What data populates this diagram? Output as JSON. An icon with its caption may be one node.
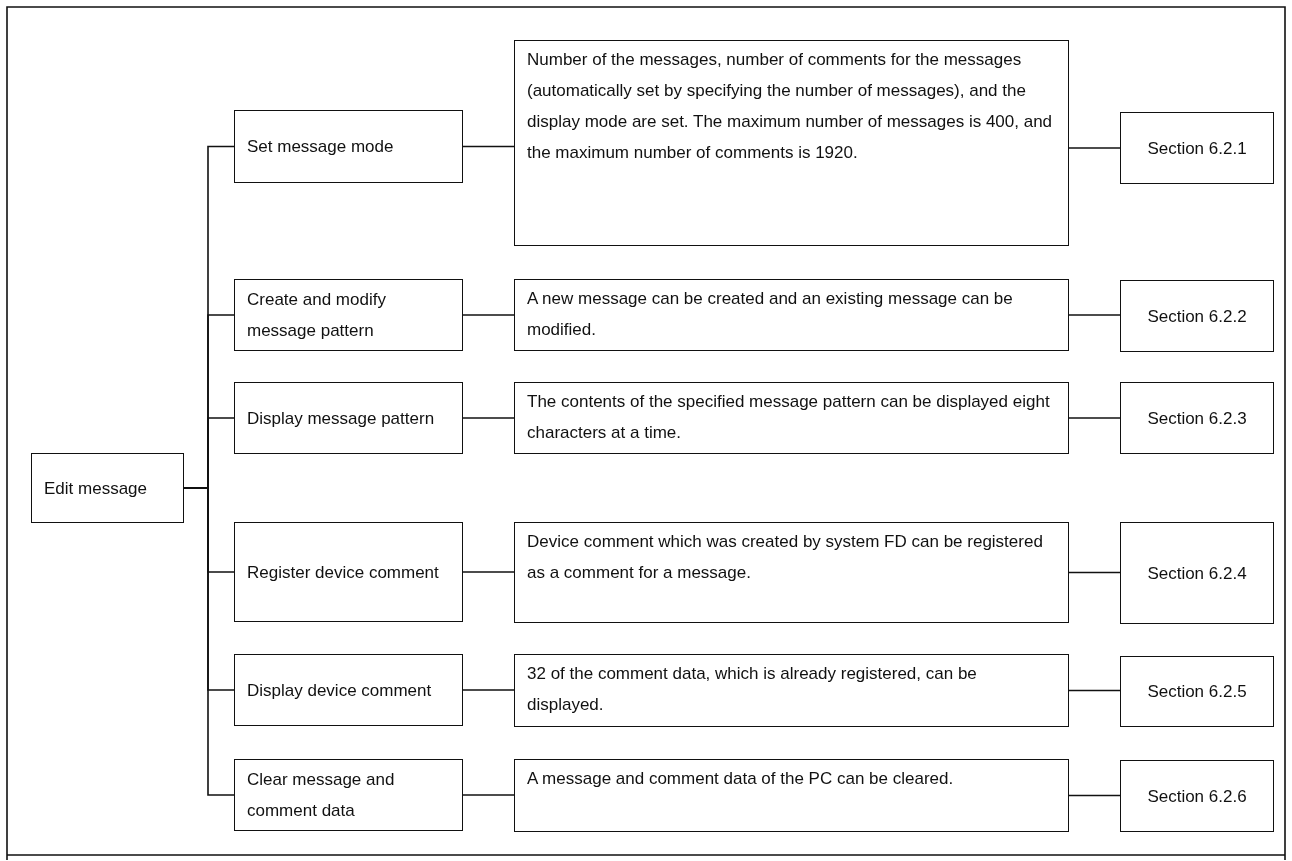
{
  "diagram": {
    "nodes": [
      {
        "text": [
          "Edit message"
        ]
      },
      {
        "text": [
          "Set message mode"
        ]
      },
      {
        "text": [
          "Number of the messages, number of comments for the messages (automatically set by specifying the number of messages), and the display mode are set. The maximum number of messages is 400, and the maximum number of comments is 1920."
        ]
      },
      {
        "text": [
          "Section 6.2.1"
        ]
      },
      {
        "text": [
          "Create and modify message pattern"
        ]
      },
      {
        "text": [
          "A new message can be created and an existing message can be modified."
        ]
      },
      {
        "text": [
          "Section 6.2.2"
        ]
      },
      {
        "text": [
          "Display message pattern"
        ]
      },
      {
        "text": [
          "The contents of the specified message pattern can be displayed eight characters at a time."
        ]
      },
      {
        "text": [
          "Section 6.2.3"
        ]
      },
      {
        "text": [
          "Register device comment"
        ]
      },
      {
        "text": [
          "Device comment which was created by system FD can be registered as a comment for a message."
        ]
      },
      {
        "text": [
          "Section 6.2.4"
        ]
      },
      {
        "text": [
          "Display device comment"
        ]
      },
      {
        "text": [
          "32 of the comment data, which is already registered, can be displayed."
        ]
      },
      {
        "text": [
          "Section 6.2.5"
        ]
      },
      {
        "text": [
          "Clear message and comment data"
        ]
      },
      {
        "text": [
          "A message and comment data of the PC can be cleared."
        ]
      },
      {
        "text": [
          "Section 6.2.6"
        ]
      }
    ],
    "edges": [
      {
        "from": 0,
        "to": 1,
        "arrow": "none"
      },
      {
        "from": 0,
        "to": 4,
        "arrow": "none"
      },
      {
        "from": 0,
        "to": 7,
        "arrow": "none"
      },
      {
        "from": 0,
        "to": 10,
        "arrow": "none"
      },
      {
        "from": 0,
        "to": 13,
        "arrow": "none"
      },
      {
        "from": 0,
        "to": 16,
        "arrow": "none"
      },
      {
        "from": 1,
        "to": 2,
        "arrow": "none"
      },
      {
        "from": 2,
        "to": 3,
        "arrow": "none"
      },
      {
        "from": 4,
        "to": 5,
        "arrow": "none"
      },
      {
        "from": 5,
        "to": 6,
        "arrow": "none"
      },
      {
        "from": 7,
        "to": 8,
        "arrow": "none"
      },
      {
        "from": 8,
        "to": 9,
        "arrow": "none"
      },
      {
        "from": 10,
        "to": 11,
        "arrow": "none"
      },
      {
        "from": 11,
        "to": 12,
        "arrow": "none"
      },
      {
        "from": 13,
        "to": 14,
        "arrow": "none"
      },
      {
        "from": 14,
        "to": 15,
        "arrow": "none"
      },
      {
        "from": 16,
        "to": 17,
        "arrow": "none"
      },
      {
        "from": 17,
        "to": 18,
        "arrow": "none"
      }
    ]
  }
}
